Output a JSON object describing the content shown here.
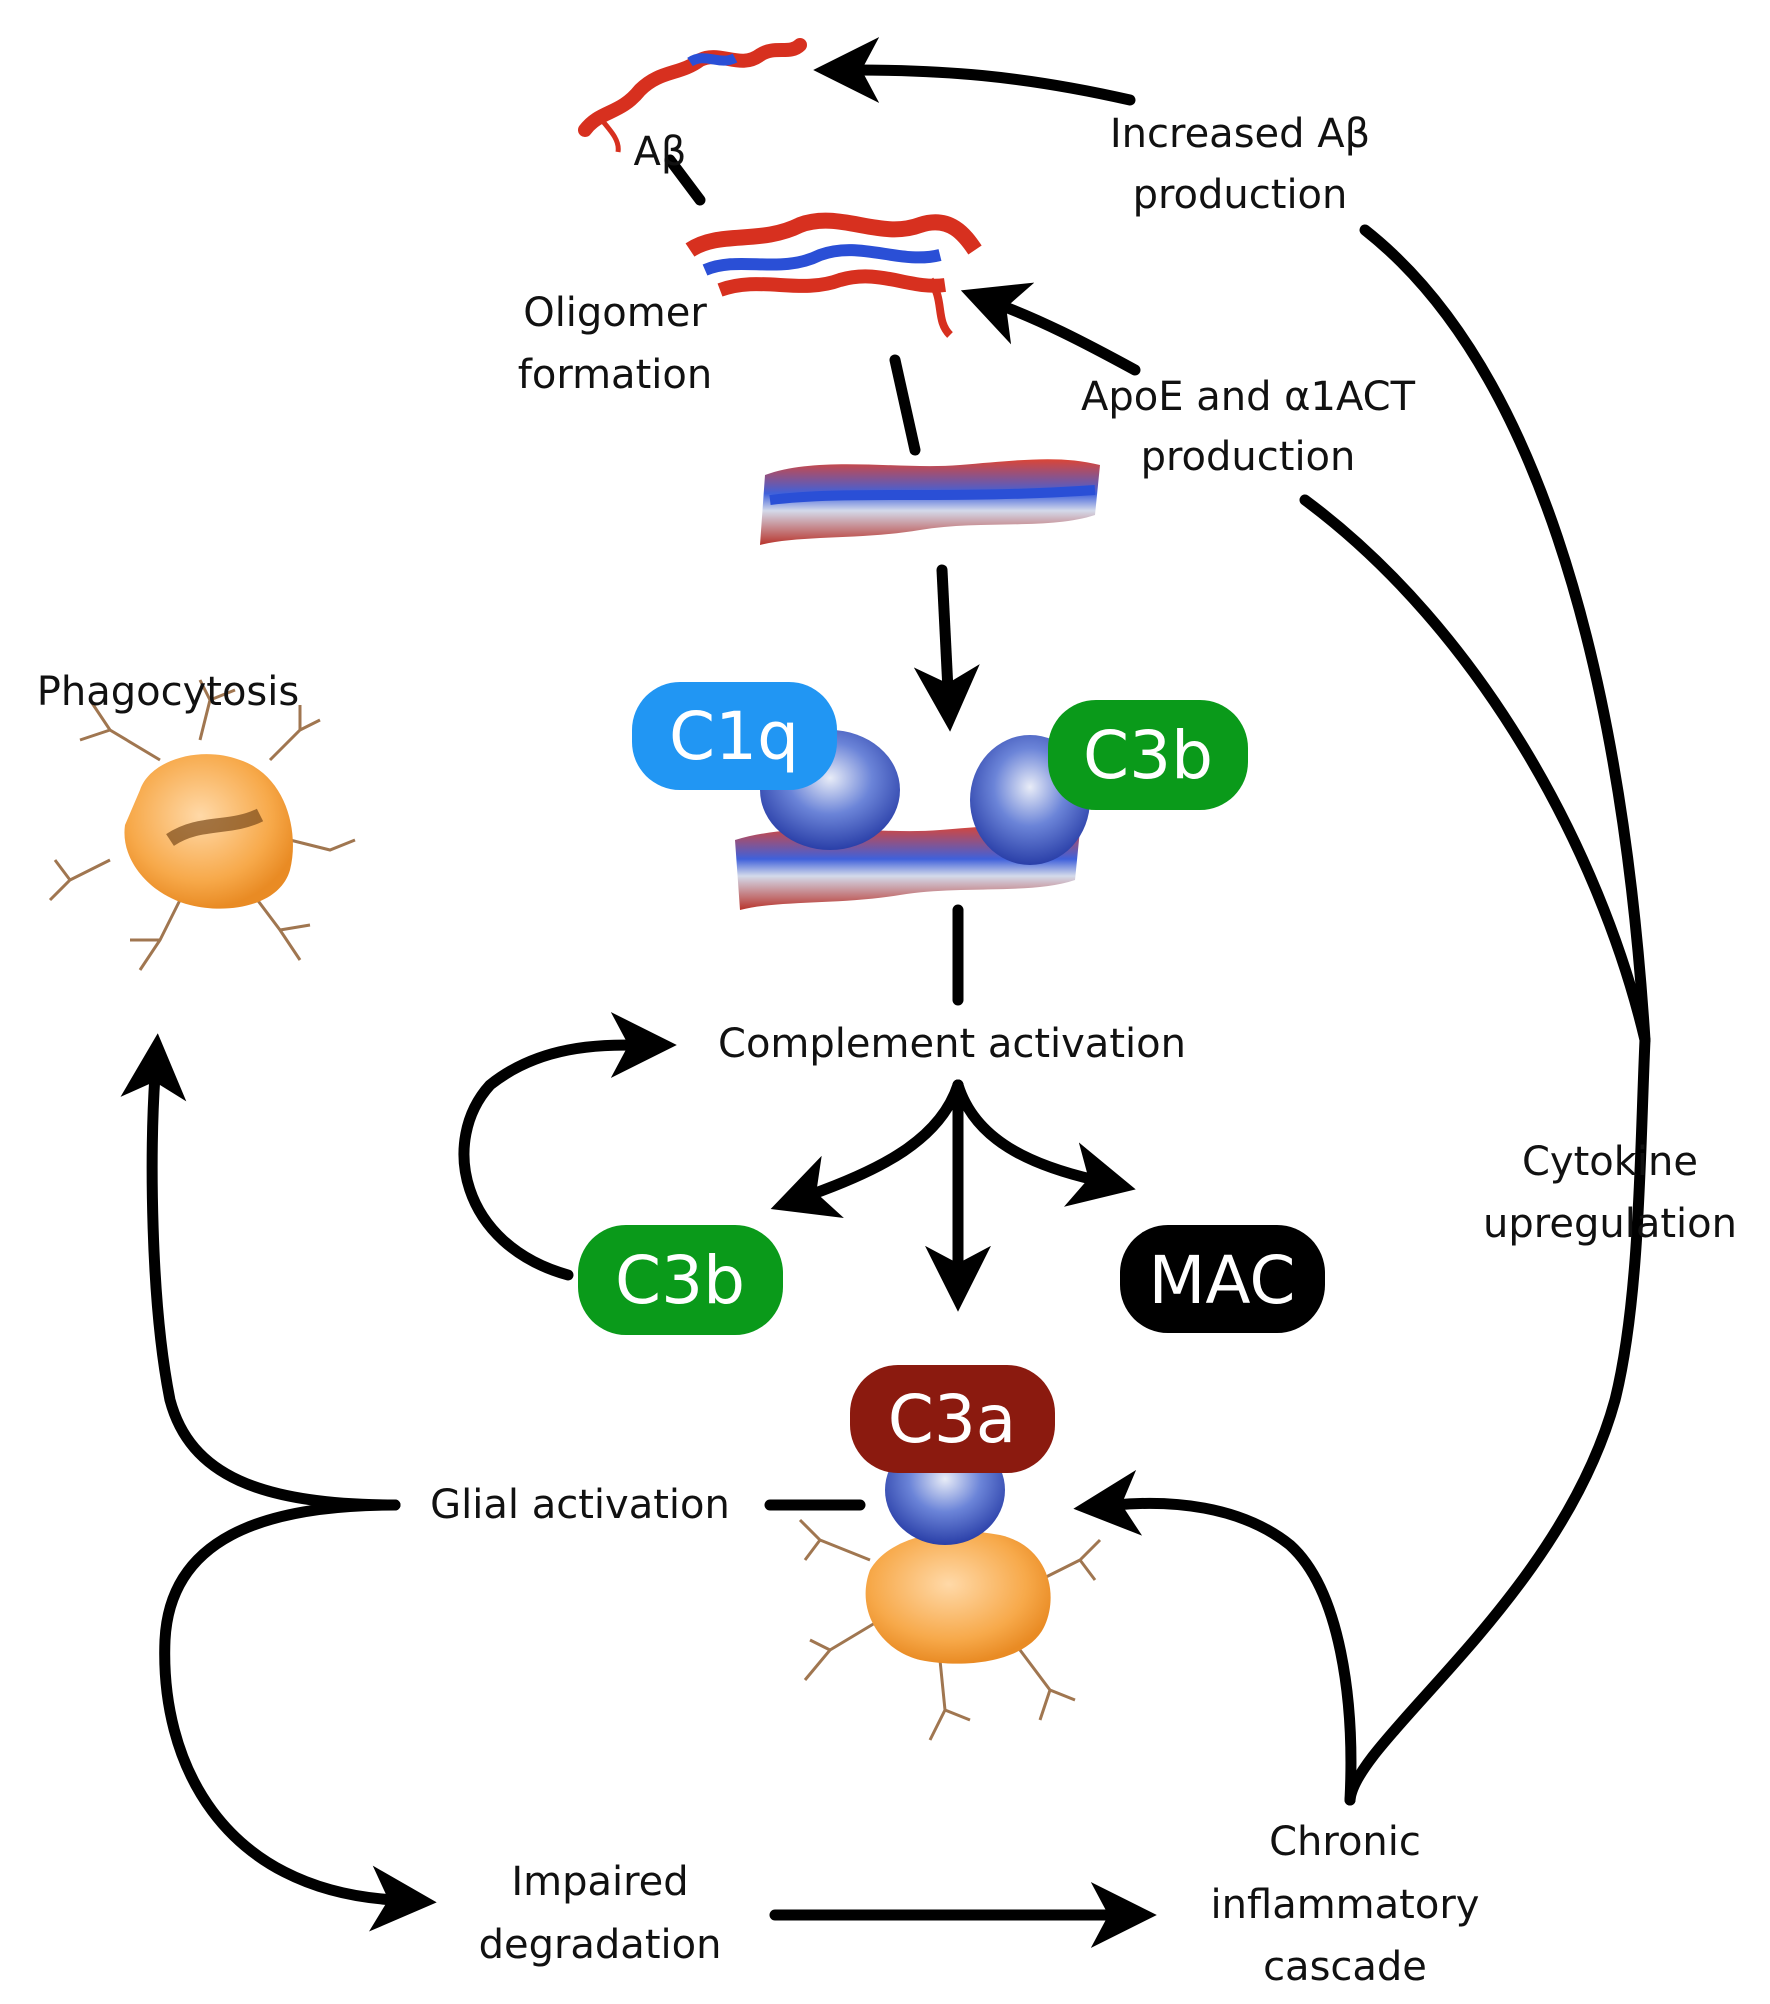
{
  "labels": {
    "abeta": "Aβ",
    "increased_abeta_1": "Increased Aβ",
    "increased_abeta_2": "production",
    "oligomer_1": "Oligomer",
    "oligomer_2": "formation",
    "apoe_1": "ApoE and α1ACT",
    "apoe_2": "production",
    "phagocytosis": "Phagocytosis",
    "complement_activation": "Complement activation",
    "cytokine_1": "Cytokine",
    "cytokine_2": "upregulation",
    "glial_activation": "Glial activation",
    "impaired_1": "Impaired",
    "impaired_2": "degradation",
    "chronic_1": "Chronic",
    "chronic_2": "inflammatory",
    "chronic_3": "cascade"
  },
  "pills": {
    "c1q": "C1q",
    "c3b_top": "C3b",
    "c3b_left": "C3b",
    "mac": "MAC",
    "c3a": "C3a"
  },
  "colors": {
    "c1q": "#2196f3",
    "c3b": "#0a9a1a",
    "mac": "#000000",
    "c3a": "#8b1a0f",
    "cell": "#f7a94a",
    "protein_red": "#d7301f",
    "protein_blue": "#2a4fd6"
  }
}
